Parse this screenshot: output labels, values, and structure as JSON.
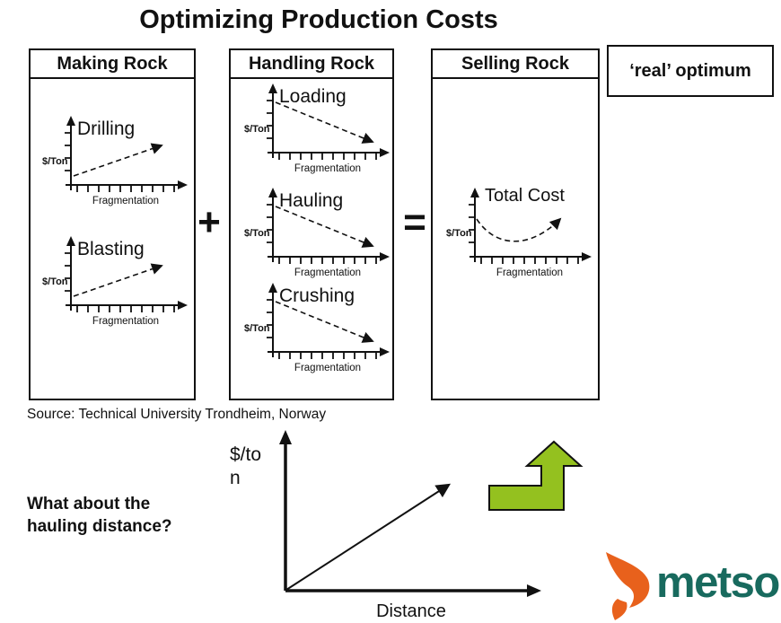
{
  "title": "Optimizing Production Costs",
  "real_optimum_label": "‘real’ optimum",
  "operators": {
    "plus": "+",
    "equals": "="
  },
  "axis": {
    "y": "$/Ton",
    "x": "Fragmentation"
  },
  "panels": [
    {
      "title": "Making Rock",
      "charts": [
        {
          "title": "Drilling",
          "trend": "increasing with fragmentation"
        },
        {
          "title": "Blasting",
          "trend": "increasing with fragmentation"
        }
      ]
    },
    {
      "title": "Handling Rock",
      "charts": [
        {
          "title": "Loading",
          "trend": "decreasing with fragmentation"
        },
        {
          "title": "Hauling",
          "trend": "decreasing with fragmentation"
        },
        {
          "title": "Crushing",
          "trend": "decreasing with fragmentation"
        }
      ]
    },
    {
      "title": "Selling Rock",
      "charts": [
        {
          "title": "Total Cost",
          "trend": "u-shaped, minimum at mid fragmentation"
        }
      ]
    }
  ],
  "source_note": "Source: Technical University Trondheim, Norway",
  "question": {
    "line1": "What about the",
    "line2": "hauling distance?"
  },
  "bottom_chart": {
    "y_label_line1": "$/to",
    "y_label_line2": "n",
    "x_label": "Distance",
    "trend": "linear increasing"
  },
  "logo": {
    "text": "metso"
  },
  "colors": {
    "green_arrow": "#94C11F",
    "metso_orange": "#E8611C",
    "metso_teal": "#186A5E"
  }
}
